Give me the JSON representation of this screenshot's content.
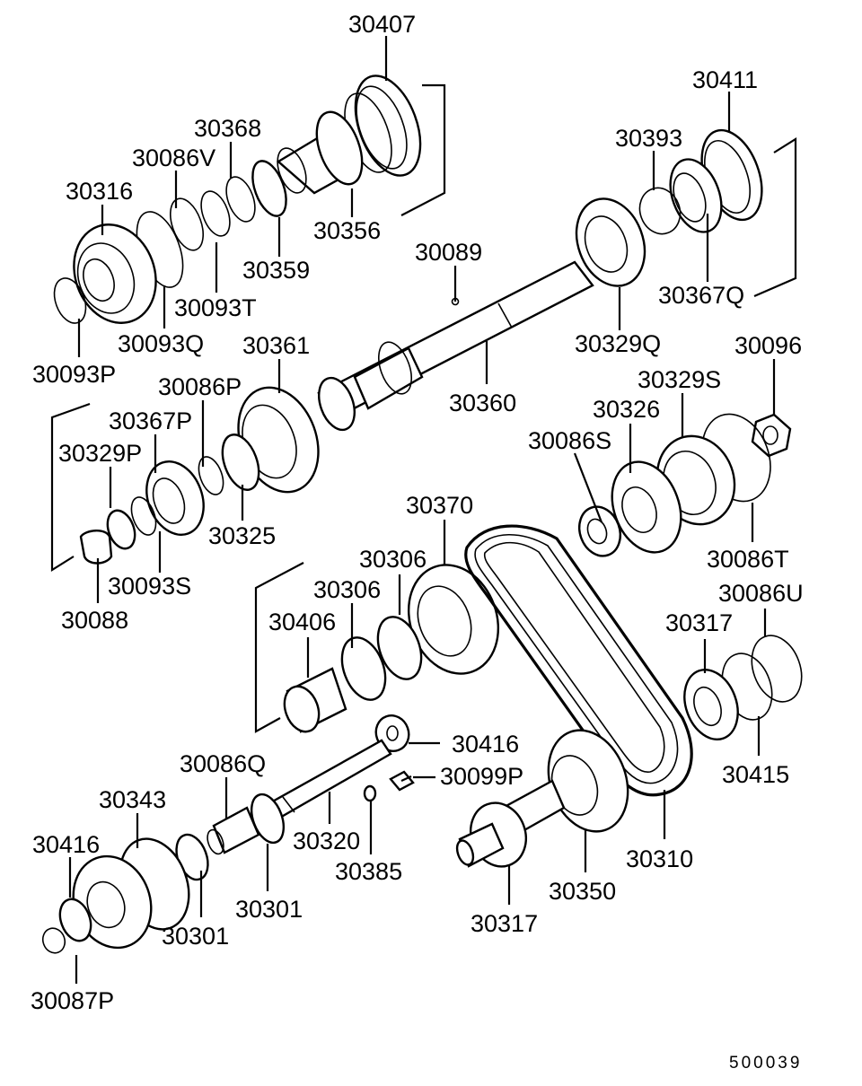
{
  "labels": {
    "l30407": "30407",
    "l30411": "30411",
    "l30368": "30368",
    "l30393": "30393",
    "l30086V": "30086V",
    "l30316": "30316",
    "l30356": "30356",
    "l30089": "30089",
    "l30359": "30359",
    "l30093T": "30093T",
    "l30367Q": "30367Q",
    "l30093Q": "30093Q",
    "l30361": "30361",
    "l30329Q": "30329Q",
    "l30096": "30096",
    "l30093P": "30093P",
    "l30086P": "30086P",
    "l30329S": "30329S",
    "l30360": "30360",
    "l30367P": "30367P",
    "l30326": "30326",
    "l30086S": "30086S",
    "l30329P": "30329P",
    "l30325": "30325",
    "l30370": "30370",
    "l30093S": "30093S",
    "l30086T": "30086T",
    "l30306a": "30306",
    "l30088": "30088",
    "l30306b": "30306",
    "l30086U": "30086U",
    "l30406": "30406",
    "l30317a": "30317",
    "l30416a": "30416",
    "l30086Q": "30086Q",
    "l30099P": "30099P",
    "l30415": "30415",
    "l30343": "30343",
    "l30320": "30320",
    "l30416b": "30416",
    "l30385": "30385",
    "l30310": "30310",
    "l30301a": "30301",
    "l30350": "30350",
    "l30301b": "30301",
    "l30317b": "30317",
    "l30087P": "30087P"
  },
  "diagram_code": "500039"
}
